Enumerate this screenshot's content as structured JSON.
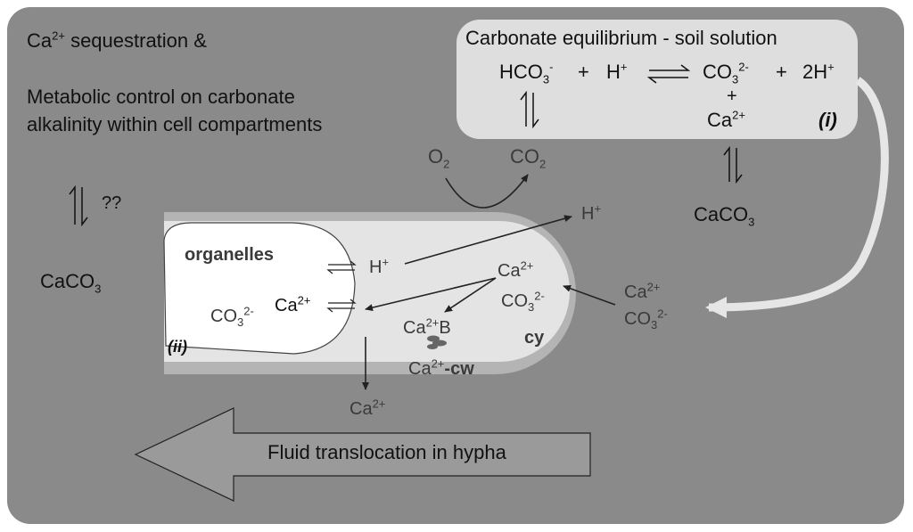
{
  "left_panel": {
    "title_main": "Ca",
    "title_sup": "2+",
    "title_rest": " sequestration  &",
    "line2": "Metabolic control on carbonate",
    "line3": "alkalinity within cell compartments",
    "question": "??",
    "caco3_main": "CaCO",
    "caco3_sub": "3"
  },
  "equilibrium_box": {
    "title": "Carbonate equilibrium - soil solution",
    "hco3": "HCO",
    "hco3_sub": "3",
    "hco3_sup": "-",
    "plus1": "+",
    "h": "H",
    "h_sup": "+",
    "co3": "CO",
    "co3_sub": "3",
    "co3_sup": "2-",
    "plus2": "+",
    "two_h": "2H",
    "two_h_sup": "+",
    "plus3": "+",
    "ca": "Ca",
    "ca_sup": "2+",
    "label": "(i)"
  },
  "respiration": {
    "o2": "O",
    "o2_sub": "2",
    "co2": "CO",
    "co2_sub": "2"
  },
  "precip": {
    "caco3": "CaCO",
    "caco3_sub": "3"
  },
  "hypha": {
    "h_out": "H",
    "h_out_sup": "+",
    "organelles": "organelles",
    "h_in": "H",
    "h_in_sup": "+",
    "co3_in": "CO",
    "co3_in_sub": "3",
    "co3_in_sup": "2-",
    "ca_in": "Ca",
    "ca_in_sup": "2+",
    "label_ii": "(ii)",
    "ca_cy": "Ca",
    "ca_cy_sup": "2+",
    "co3_cy": "CO",
    "co3_cy_sub": "3",
    "co3_cy_sup": "2-",
    "cab": "Ca",
    "cab_sup": "2+",
    "cab_rest": "B",
    "cacw": "Ca",
    "cacw_sup": "2+",
    "cacw_rest": "-cw",
    "cy": "cy",
    "ca_bottom": "Ca",
    "ca_bottom_sup": "2+"
  },
  "uptake": {
    "ca": "Ca",
    "ca_sup": "2+",
    "co3": "CO",
    "co3_sub": "3",
    "co3_sup": "2-"
  },
  "flow_arrow": {
    "label": "Fluid translocation in hypha"
  }
}
